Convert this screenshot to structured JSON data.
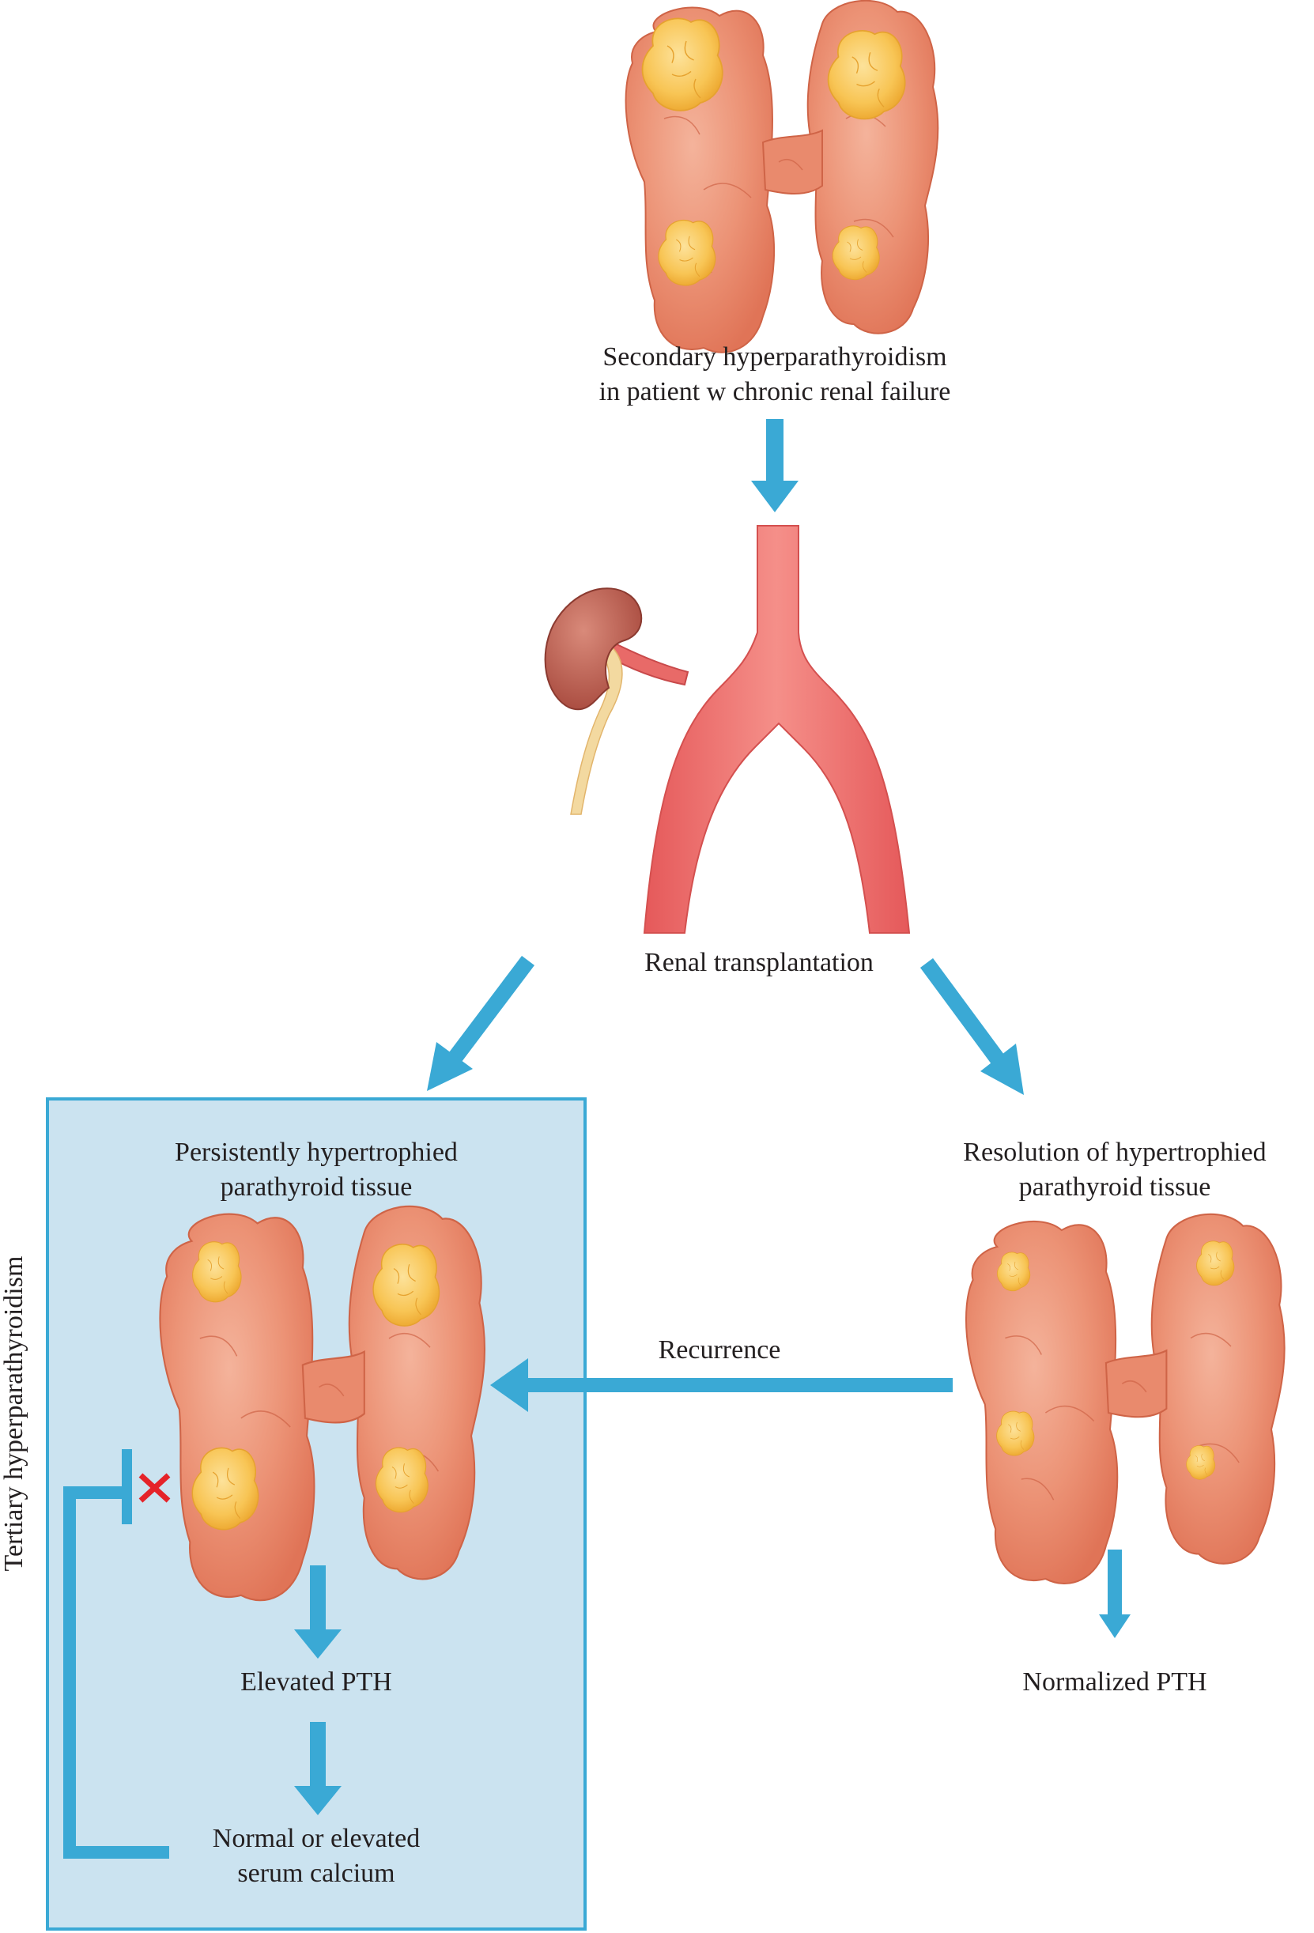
{
  "colors": {
    "arrow": "#3aa9d5",
    "box_fill": "#cbe3f0",
    "box_border": "#3aa9d5",
    "gland": "#ea8a6c",
    "gland_outline": "#cf6447",
    "nodule": "#f8c555",
    "vessel": "#e86a68",
    "kidney": "#b8584a",
    "ureter": "#f3d9a0",
    "block_x": "#e52329",
    "text": "#231f20"
  },
  "top": {
    "caption_line1": "Secondary hyperparathyroidism",
    "caption_line2": "in patient w chronic renal failure"
  },
  "transplant": {
    "label": "Renal transplantation"
  },
  "left_branch": {
    "side_label": "Tertiary hyperparathyroidism",
    "title_line1": "Persistently hypertrophied",
    "title_line2": "parathyroid tissue",
    "step1": "Elevated PTH",
    "step2_line1": "Normal or elevated",
    "step2_line2": "serum calcium",
    "feedback": "inhibited (blocked negative feedback)"
  },
  "right_branch": {
    "title_line1": "Resolution of hypertrophied",
    "title_line2": "parathyroid tissue",
    "step1": "Normalized PTH"
  },
  "recurrence": {
    "label": "Recurrence"
  },
  "icons": {
    "top_gland": "parathyroid-gland-icon",
    "kidney": "kidney-icon",
    "aorta": "aortic-bifurcation-icon",
    "block": "red-x-icon"
  }
}
